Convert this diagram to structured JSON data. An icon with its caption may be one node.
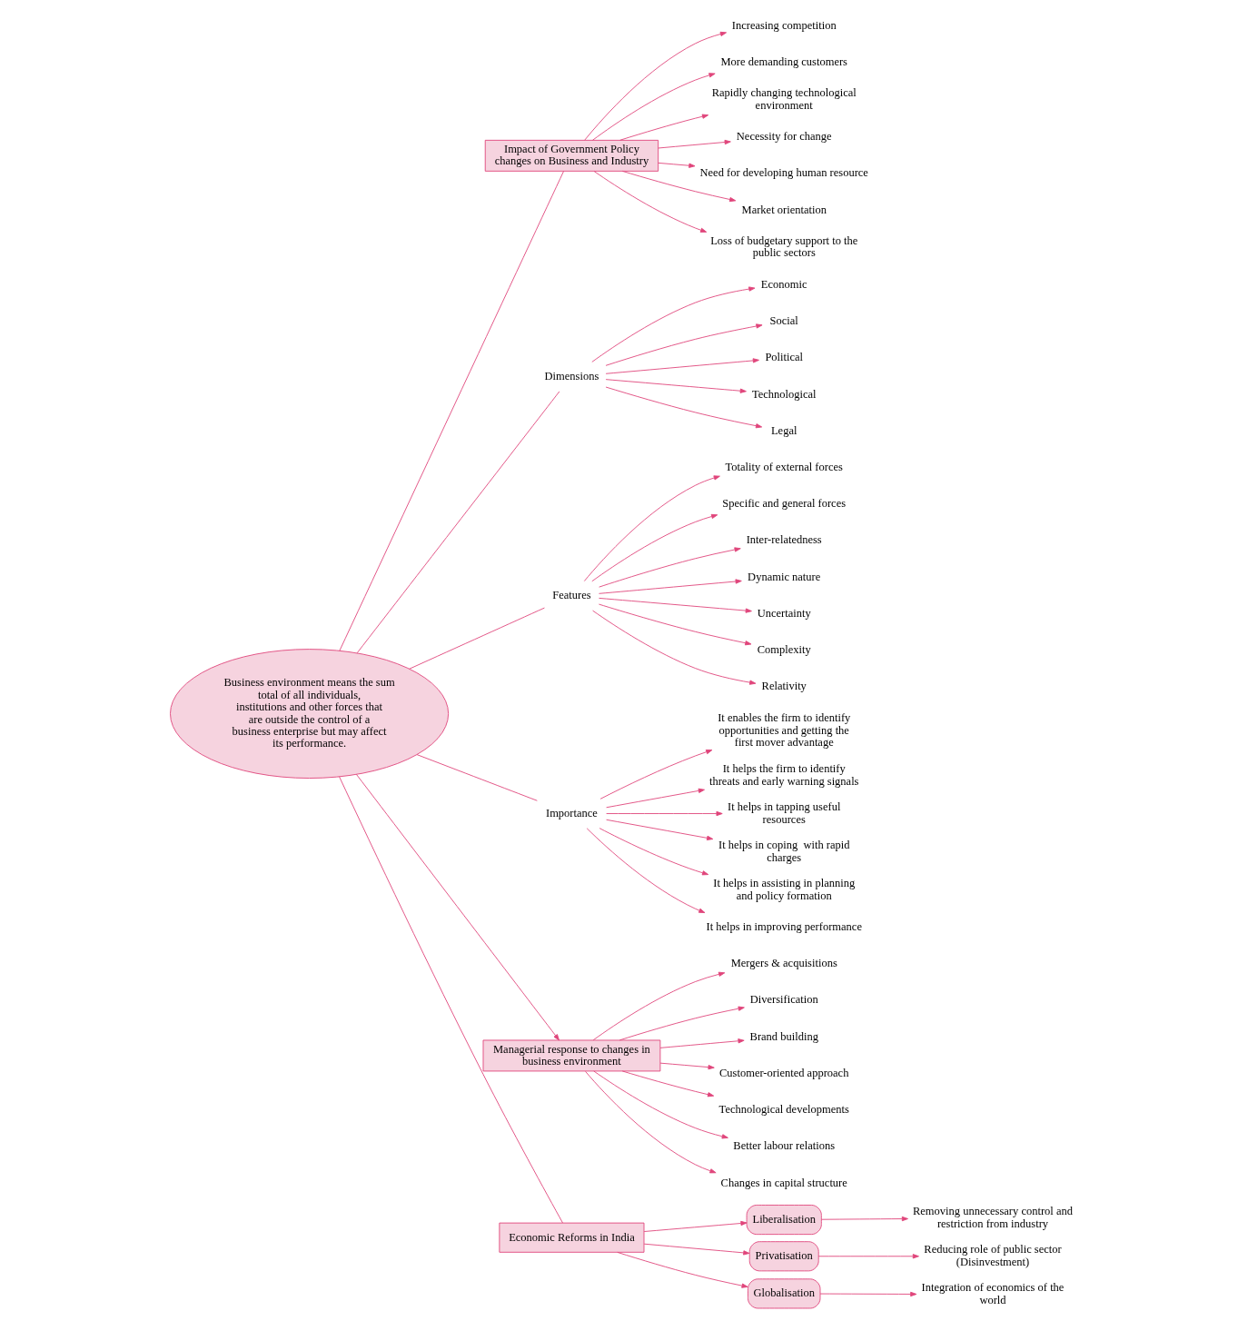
{
  "diagram": {
    "nodes": [
      {
        "text": [
          "Business environment means the sum total of all individuals, institutions and other forces that are outside the control of a business enterprise but may affect its performance."
        ]
      },
      {
        "text": [
          "Impact of Government Policy changes on Business and Industry"
        ]
      },
      {
        "text": [
          "Increasing competition"
        ]
      },
      {
        "text": [
          "More demanding customers"
        ]
      },
      {
        "text": [
          "Rapidly changing technological environment"
        ]
      },
      {
        "text": [
          "Necessity for change"
        ]
      },
      {
        "text": [
          "Need for developing human resource"
        ]
      },
      {
        "text": [
          "Market orientation"
        ]
      },
      {
        "text": [
          "Loss of budgetary support to the public sectors"
        ]
      },
      {
        "text": [
          "Dimensions"
        ]
      },
      {
        "text": [
          "Economic"
        ]
      },
      {
        "text": [
          "Social"
        ]
      },
      {
        "text": [
          "Political"
        ]
      },
      {
        "text": [
          "Technological"
        ]
      },
      {
        "text": [
          "Legal"
        ]
      },
      {
        "text": [
          "Features"
        ]
      },
      {
        "text": [
          "Totality of external forces"
        ]
      },
      {
        "text": [
          "Specific and general forces"
        ]
      },
      {
        "text": [
          "Inter-relatedness"
        ]
      },
      {
        "text": [
          "Dynamic nature"
        ]
      },
      {
        "text": [
          "Uncertainty"
        ]
      },
      {
        "text": [
          "Complexity"
        ]
      },
      {
        "text": [
          "Relativity"
        ]
      },
      {
        "text": [
          "Importance"
        ]
      },
      {
        "text": [
          "It enables the firm to identify opportunities and getting the first mover advantage"
        ]
      },
      {
        "text": [
          "It helps the firm to identify threats and early warning signals"
        ]
      },
      {
        "text": [
          "It helps in tapping useful resources"
        ]
      },
      {
        "text": [
          "It helps in coping  with rapid charges"
        ]
      },
      {
        "text": [
          "It helps in assisting in planning and policy formation"
        ]
      },
      {
        "text": [
          "It helps in improving performance"
        ]
      },
      {
        "text": [
          "Managerial response to changes in business environment"
        ]
      },
      {
        "text": [
          "Mergers & acquisitions"
        ]
      },
      {
        "text": [
          "Diversification"
        ]
      },
      {
        "text": [
          "Brand building"
        ]
      },
      {
        "text": [
          "Customer-oriented approach"
        ]
      },
      {
        "text": [
          "Technological developments"
        ]
      },
      {
        "text": [
          "Better labour relations"
        ]
      },
      {
        "text": [
          "Changes in capital structure"
        ]
      },
      {
        "text": [
          "Economic Reforms in India"
        ]
      },
      {
        "text": [
          "Liberalisation"
        ]
      },
      {
        "text": [
          "Privatisation"
        ]
      },
      {
        "text": [
          "Globalisation"
        ]
      },
      {
        "text": [
          "Removing unnecessary control and restriction from industry"
        ]
      },
      {
        "text": [
          "Reducing role of public sector (Disinvestment)"
        ]
      },
      {
        "text": [
          "Integration of economics of the world"
        ]
      }
    ],
    "edges": [
      {
        "from": 0,
        "to": 1,
        "arrow": "none"
      },
      {
        "from": 1,
        "to": 2,
        "arrow": "to"
      },
      {
        "from": 1,
        "to": 3,
        "arrow": "to"
      },
      {
        "from": 1,
        "to": 4,
        "arrow": "to"
      },
      {
        "from": 1,
        "to": 5,
        "arrow": "to"
      },
      {
        "from": 1,
        "to": 6,
        "arrow": "to"
      },
      {
        "from": 1,
        "to": 7,
        "arrow": "to"
      },
      {
        "from": 1,
        "to": 8,
        "arrow": "to"
      },
      {
        "from": 0,
        "to": 9,
        "arrow": "none"
      },
      {
        "from": 9,
        "to": 10,
        "arrow": "to"
      },
      {
        "from": 9,
        "to": 11,
        "arrow": "to"
      },
      {
        "from": 9,
        "to": 12,
        "arrow": "to"
      },
      {
        "from": 9,
        "to": 13,
        "arrow": "to"
      },
      {
        "from": 9,
        "to": 14,
        "arrow": "to"
      },
      {
        "from": 0,
        "to": 15,
        "arrow": "none"
      },
      {
        "from": 15,
        "to": 16,
        "arrow": "to"
      },
      {
        "from": 15,
        "to": 17,
        "arrow": "to"
      },
      {
        "from": 15,
        "to": 18,
        "arrow": "to"
      },
      {
        "from": 15,
        "to": 19,
        "arrow": "to"
      },
      {
        "from": 15,
        "to": 20,
        "arrow": "to"
      },
      {
        "from": 15,
        "to": 21,
        "arrow": "to"
      },
      {
        "from": 15,
        "to": 22,
        "arrow": "to"
      },
      {
        "from": 0,
        "to": 23,
        "arrow": "none"
      },
      {
        "from": 23,
        "to": 24,
        "arrow": "to"
      },
      {
        "from": 23,
        "to": 25,
        "arrow": "to"
      },
      {
        "from": 23,
        "to": 26,
        "arrow": "to"
      },
      {
        "from": 23,
        "to": 27,
        "arrow": "to"
      },
      {
        "from": 23,
        "to": 28,
        "arrow": "to"
      },
      {
        "from": 23,
        "to": 29,
        "arrow": "to"
      },
      {
        "from": 0,
        "to": 30,
        "arrow": "to"
      },
      {
        "from": 30,
        "to": 31,
        "arrow": "to"
      },
      {
        "from": 30,
        "to": 32,
        "arrow": "to"
      },
      {
        "from": 30,
        "to": 33,
        "arrow": "to"
      },
      {
        "from": 30,
        "to": 34,
        "arrow": "to"
      },
      {
        "from": 30,
        "to": 35,
        "arrow": "to"
      },
      {
        "from": 30,
        "to": 36,
        "arrow": "to"
      },
      {
        "from": 30,
        "to": 37,
        "arrow": "to"
      },
      {
        "from": 0,
        "to": 38,
        "arrow": "none"
      },
      {
        "from": 38,
        "to": 39,
        "arrow": "to"
      },
      {
        "from": 38,
        "to": 40,
        "arrow": "to"
      },
      {
        "from": 38,
        "to": 41,
        "arrow": "to"
      },
      {
        "from": 39,
        "to": 42,
        "arrow": "to"
      },
      {
        "from": 40,
        "to": 43,
        "arrow": "to"
      },
      {
        "from": 41,
        "to": 44,
        "arrow": "to"
      }
    ]
  }
}
